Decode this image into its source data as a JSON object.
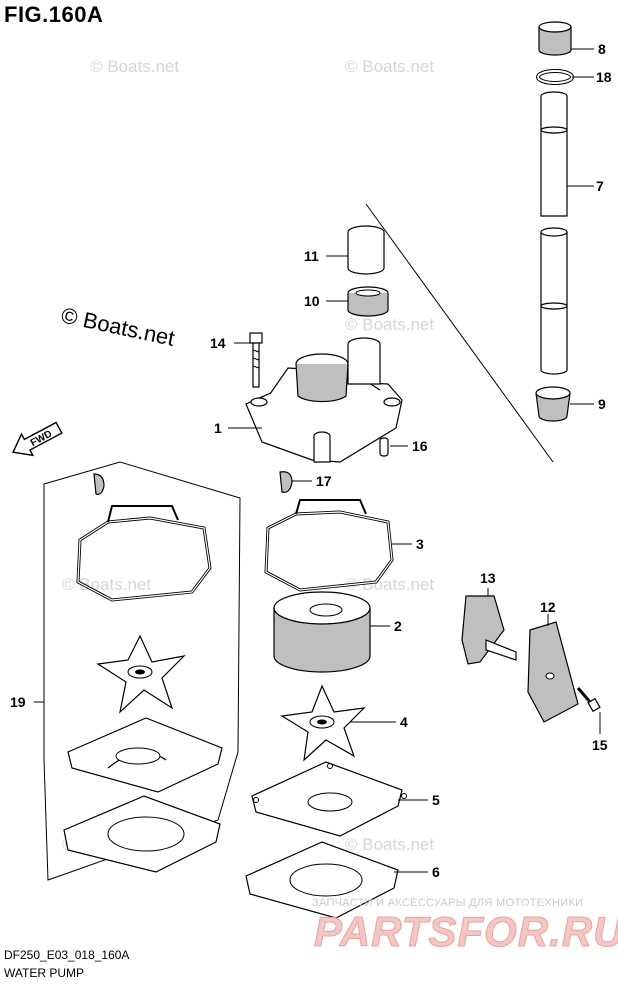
{
  "figure": {
    "title": "FIG.160A",
    "code": "DF250_E03_018_160A",
    "name": "WATER PUMP"
  },
  "fwd_label": "FWD",
  "watermarks": {
    "main": "© Boats.net",
    "repeat": "© Boats.net"
  },
  "promo": {
    "tagline": "ЗАПЧАСТИ И АКСЕССУАРЫ ДЛЯ МОТОТЕХНИКИ",
    "brand": "PARTSFOR.RU"
  },
  "callouts": [
    "1",
    "2",
    "3",
    "4",
    "5",
    "6",
    "7",
    "8",
    "9",
    "10",
    "11",
    "12",
    "13",
    "14",
    "15",
    "16",
    "17",
    "18",
    "19"
  ]
}
